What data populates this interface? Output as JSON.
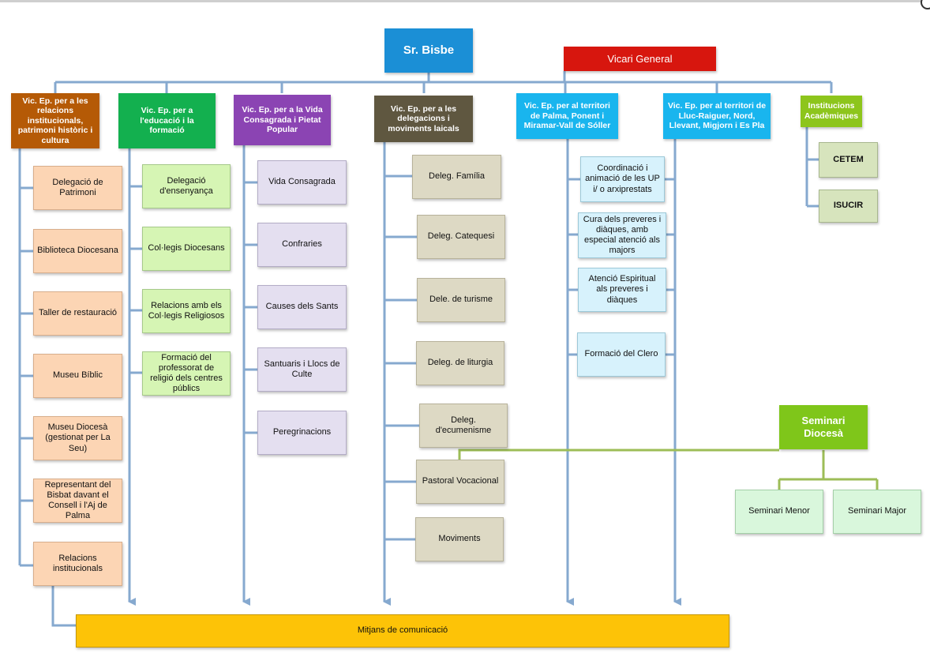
{
  "top": {
    "bisbe": "Sr. Bisbe",
    "vicari": "Vicari General"
  },
  "columns": {
    "c1": {
      "head": "Vic. Ep. per a  les relacions institucionals, patrimoni històric i cultura",
      "items": [
        "Delegació de Patrimoni",
        "Biblioteca Diocesana",
        "Taller de restauració",
        "Museu Bíblic",
        "Museu Diocesà (gestionat per La Seu)",
        "Representant del Bisbat davant el Consell i l'Aj de Palma",
        "Relacions institucionals"
      ]
    },
    "c2": {
      "head": "Vic. Ep. per a l'educació i la formació",
      "items": [
        "Delegació d'ensenyança",
        "Col·legis Diocesans",
        "Relacions amb els Col·legis Religiosos",
        "Formació del professorat de religió dels centres públics"
      ]
    },
    "c3": {
      "head": "Vic. Ep. per a la Vida Consagrada i Pietat Popular",
      "items": [
        "Vida Consagrada",
        "Confraries",
        "Causes dels Sants",
        "Santuaris i Llocs de Culte",
        "Peregrinacions"
      ]
    },
    "c4": {
      "head": "Vic. Ep. per a les delegacions i moviments laicals",
      "items": [
        "Deleg. Família",
        "Deleg. Catequesi",
        "Dele.  de turisme",
        "Deleg. de liturgia",
        "Deleg. d'ecumenisme",
        "Pastoral Vocacional",
        "Moviments"
      ]
    },
    "c5": {
      "head": "Vic. Ep.  per al territori de Palma, Ponent i Miramar-Vall de Sóller",
      "items": [
        "Coordinació i animació de les UP i/ o arxiprestats",
        "Cura dels preveres i diàques, amb especial atenció als majors",
        "Atenció Espiritual als preveres i diàques",
        "Formació del Clero"
      ]
    },
    "c6": {
      "head": "Vic. Ep. per al territori de Lluc-Raiguer, Nord, Llevant, Migjorn i Es Pla"
    },
    "c7": {
      "head": "Institucions Acadèmiques",
      "items": [
        "CETEM",
        "ISUCIR"
      ]
    }
  },
  "seminari": {
    "head": "Seminari Diocesà",
    "items": [
      "Seminari Menor",
      "Seminari Major"
    ]
  },
  "bottom": "Mitjans de comunicació",
  "colors": {
    "bisbe": "#1b8fd6",
    "vicari": "#d7160e",
    "c1": "#b55a06",
    "c2": "#13b04f",
    "c3": "#8b44b3",
    "c4": "#5f5740",
    "c5": "#19b5ee",
    "c6": "#19b5ee",
    "c7": "#8dc51c",
    "seminari": "#7fc61a",
    "bottom": "#fdc307",
    "connector": "#86a9cf",
    "seminari_connector": "#9dbd57"
  }
}
